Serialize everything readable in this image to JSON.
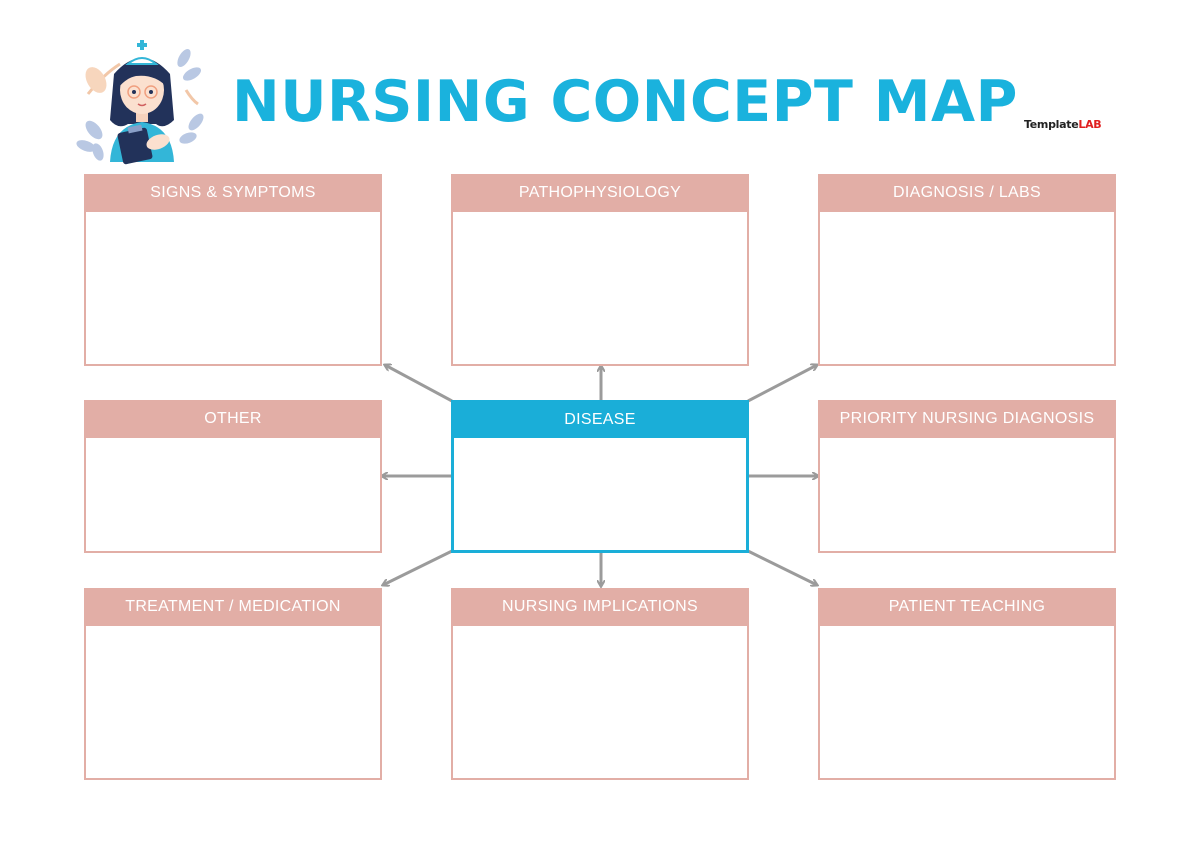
{
  "header": {
    "title": "NURSING CONCEPT MAP",
    "brand_part1": "Template",
    "brand_part2": "LAB"
  },
  "boxes": {
    "signs_symptoms": "SIGNS & SYMPTOMS",
    "pathophysiology": "PATHOPHYSIOLOGY",
    "diagnosis_labs": "DIAGNOSIS / LABS",
    "other": "OTHER",
    "disease": "DISEASE",
    "priority_nursing_diagnosis": "PRIORITY NURSING DIAGNOSIS",
    "treatment_medication": "TREATMENT / MEDICATION",
    "nursing_implications": "NURSING IMPLICATIONS",
    "patient_teaching": "PATIENT TEACHING"
  },
  "colors": {
    "accent": "#1ab2dd",
    "box_border": "#e2aea6",
    "arrow": "#9b9b9b"
  },
  "icons": {
    "illustration": "nurse-illustration"
  }
}
